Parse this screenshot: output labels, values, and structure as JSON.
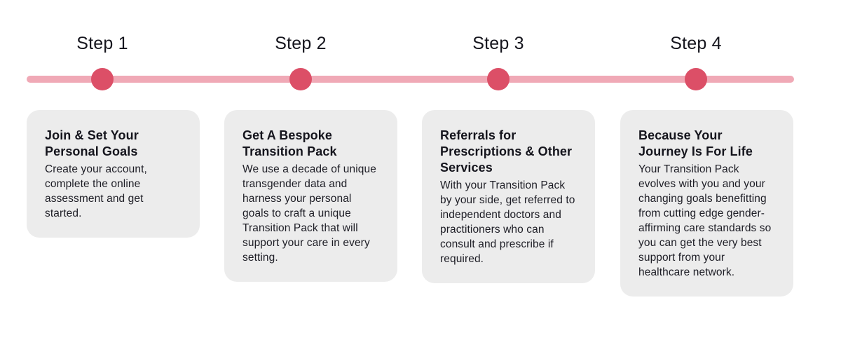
{
  "colors": {
    "rail-color": "#f0a9b6",
    "dot-color": "#dc4f67",
    "card-color": "#ececec"
  },
  "timeline": {
    "steps": [
      {
        "label": "Step 1",
        "title": "Join & Set Your Personal Goals",
        "description": "Create your account, complete the online assessment and get started."
      },
      {
        "label": "Step 2",
        "title": "Get A Bespoke Transition Pack",
        "description": "We use a decade of unique transgender data and harness your personal goals to craft a unique Transition Pack that will support your care in every setting."
      },
      {
        "label": "Step 3",
        "title": "Referrals for Prescriptions & Other Services",
        "description": "With your Transition Pack by your side, get referred to independent doctors and practitioners who can consult and prescribe if required."
      },
      {
        "label": "Step 4",
        "title": "Because Your Journey Is For Life",
        "description": "Your Transition Pack evolves with you and your changing goals benefitting from cutting edge gender-affirming care standards so you can get the very best support from your healthcare network."
      }
    ]
  }
}
